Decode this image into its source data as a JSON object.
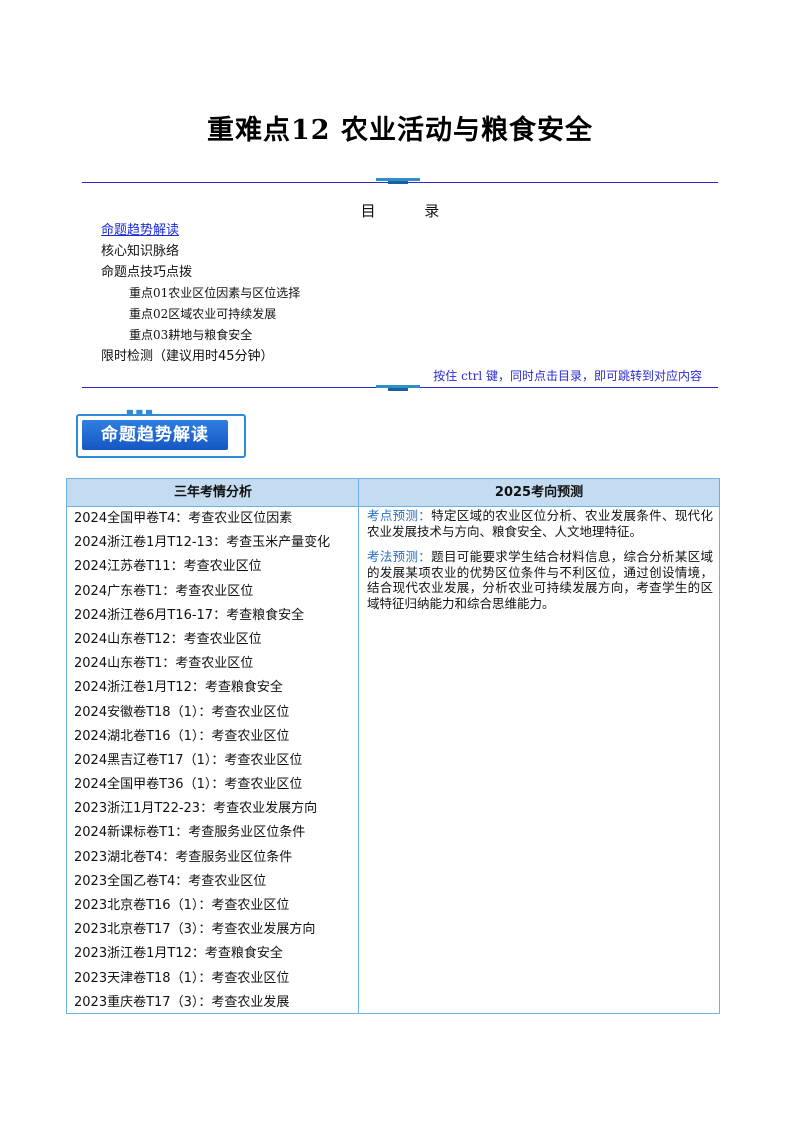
{
  "doc": {
    "title": "重难点12  农业活动与粮食安全"
  },
  "toc": {
    "heading": "目    录",
    "items": [
      {
        "label": "命题趋势解读",
        "level": 0,
        "link": true
      },
      {
        "label": "核心知识脉络",
        "level": 0,
        "link": false
      },
      {
        "label": "命题点技巧点拨",
        "level": 0,
        "link": false
      },
      {
        "label": "重点01农业区位因素与区位选择",
        "level": 1,
        "link": false
      },
      {
        "label": "重点02区域农业可持续发展",
        "level": 1,
        "link": false
      },
      {
        "label": "重点03耕地与粮食安全",
        "level": 1,
        "link": false
      },
      {
        "label": "限时检测（建议用时45分钟）",
        "level": 0,
        "link": false
      }
    ],
    "hint": "按住 ctrl 键，同时点击目录，即可跳转到对应内容"
  },
  "section_banner": {
    "label": "命题趋势解读"
  },
  "table": {
    "col1_header": "三年考情分析",
    "col2_header": "2025考向预测",
    "left_items": [
      "2024全国甲卷T4：考查农业区位因素",
      "2024浙江卷1月T12-13：考查玉米产量变化",
      "2024江苏卷T11：考查农业区位",
      "2024广东卷T1：考查农业区位",
      "2024浙江卷6月T16-17：考查粮食安全",
      "2024山东卷T12：考查农业区位",
      "2024山东卷T1：考查农业区位",
      "2024浙江卷1月T12：考查粮食安全",
      "2024安徽卷T18（1）：考查农业区位",
      "2024湖北卷T16（1）：考查农业区位",
      "2024黑吉辽卷T17（1）：考查农业区位",
      "2024全国甲卷T36（1）：考查农业区位",
      "2023浙江1月T22-23：考查农业发展方向",
      "2024新课标卷T1：考查服务业区位条件",
      "2023湖北卷T4：考查服务业区位条件",
      "2023全国乙卷T4：考查农业区位",
      "2023北京卷T16（1）：考查农业区位",
      "2023北京卷T17（3）：考查农业发展方向",
      "2023浙江卷1月T12：考查粮食安全",
      "2023天津卷T18（1）：考查农业区位",
      "2023重庆卷T17（3）：考查农业发展"
    ],
    "right": {
      "kaodian_label": "考点预测：",
      "kaodian_text": "特定区域的农业区位分析、农业发展条件、现代化农业发展技术与方向、粮食安全、人文地理特征。",
      "kaofa_label": "考法预测：",
      "kaofa_text": "题目可能要求学生结合材料信息，综合分析某区域的发展某项农业的优势区位条件与不利区位，通过创设情境，结合现代农业发展，分析农业可持续发展方向，考查学生的区域特征归纳能力和综合思维能力。"
    }
  },
  "colors": {
    "rule": "#2b2bd0",
    "link": "#1a2bd6",
    "table_border": "#6fb0dc",
    "table_header_bg": "#c4dcf2",
    "banner_blue": "#1f6fd6",
    "tag_blue": "#2b6fc2"
  }
}
